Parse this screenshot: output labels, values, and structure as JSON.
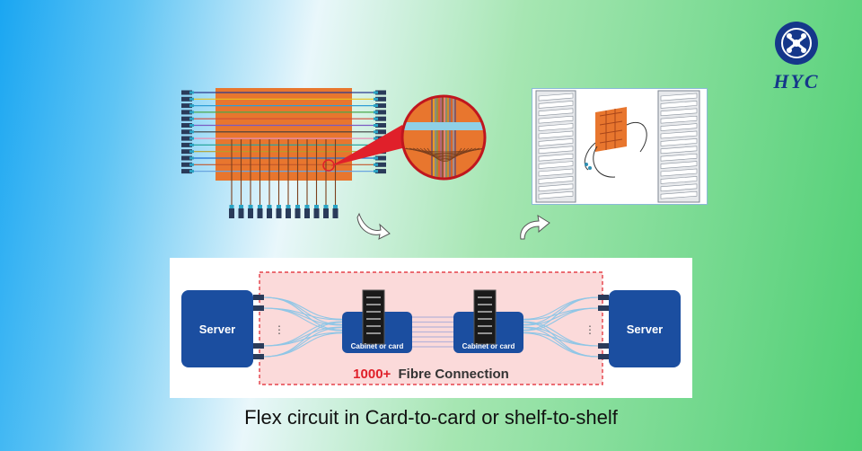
{
  "brand": {
    "name": "HYC",
    "color": "#15378a"
  },
  "diagram": {
    "server_left_label": "Server",
    "server_right_label": "Server",
    "cabinet_left_label": "Cabinet or card",
    "cabinet_right_label": "Cabinet or card",
    "fibre_count": "1000+",
    "fibre_text": "Fibre Connection"
  },
  "caption": "Flex circuit in Card-to-card or shelf-to-shelf",
  "colors": {
    "server_blue": "#1b4ea0",
    "flex_orange": "#e8762e",
    "zone_pink": "#fbdada",
    "accent_red": "#e0202a"
  }
}
